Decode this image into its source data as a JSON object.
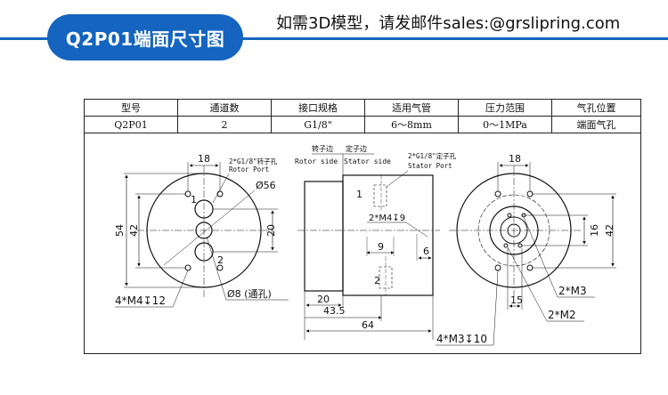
{
  "header": {
    "title": "Q2P01端面尺寸图",
    "contact": "如需3D模型，请发邮件sales:@grslipring.com"
  },
  "spec_table": {
    "headers": [
      "型号",
      "通道数",
      "接口规格",
      "适用气管",
      "压力范围",
      "气孔位置"
    ],
    "values": [
      "Q2P01",
      "2",
      "G1/8\"",
      "6～8mm",
      "0～1MPa",
      "端面气孔"
    ]
  },
  "drawing": {
    "left_view": {
      "dim_18": "18",
      "port_note_line1": "2*G1/8\"转子孔",
      "port_note_line2": "Rotor Port",
      "dim_phi56": "Ø56",
      "dim_54": "54",
      "dim_42": "42",
      "dim_20": "20",
      "port_1": "1",
      "port_2": "2",
      "holes_note": "4*M4↧12",
      "bore_note": "Ø8 (通孔)"
    },
    "side_view": {
      "rotor_side_cn": "转子边",
      "stator_side_cn": "定子边",
      "rotor_side_en": "Rotor side",
      "stator_side_en": "Stator side",
      "stator_port_line1": "2*G1/8\"定子孔",
      "stator_port_line2": "Stator Port",
      "port_1": "1",
      "port_2": "2",
      "thread_note": "2*M4↧9",
      "dim_9": "9",
      "dim_6": "6",
      "dim_20": "20",
      "dim_43_5": "43.5",
      "dim_64": "64"
    },
    "right_view": {
      "dim_18": "18",
      "dim_16": "16",
      "dim_42": "42",
      "dim_15": "15",
      "note_m3": "2*M3",
      "note_m2": "2*M2",
      "holes_note": "4*M3↧10"
    }
  }
}
